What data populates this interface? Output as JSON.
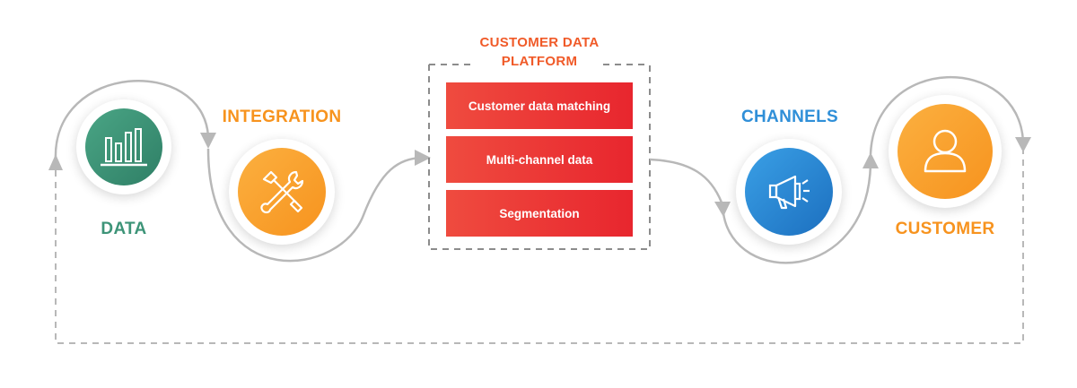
{
  "colors": {
    "data": "#3d9478",
    "integration": "#f7931e",
    "cdp": "#f05a28",
    "channels": "#2f8fd8",
    "customer": "#f7931e",
    "box": "#e8262e",
    "connector": "#b8b8b8"
  },
  "nodes": {
    "data": {
      "label": "DATA",
      "icon": "bar-chart-icon"
    },
    "integration": {
      "label": "INTEGRATION",
      "icon": "tools-icon"
    },
    "channels": {
      "label": "CHANNELS",
      "icon": "megaphone-icon"
    },
    "customer": {
      "label": "CUSTOMER",
      "icon": "user-icon"
    }
  },
  "cdp": {
    "title_line1": "CUSTOMER DATA",
    "title_line2": "PLATFORM",
    "boxes": [
      {
        "label": "Customer data matching"
      },
      {
        "label": "Multi-channel data"
      },
      {
        "label": "Segmentation"
      }
    ]
  }
}
